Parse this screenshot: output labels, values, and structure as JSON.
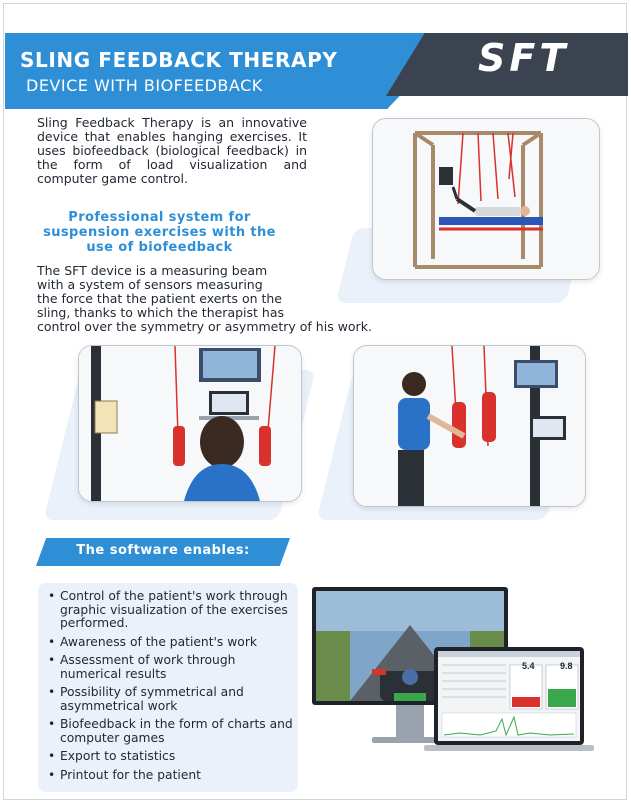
{
  "header": {
    "title": "SLING FEEDBACK THERAPY",
    "subtitle": "DEVICE WITH BIOFEEDBACK",
    "logo": "SFT"
  },
  "intro": "Sling Feedback Therapy is an innovative device that enables hanging exercises. It uses biofeedback (biological feedback) in the form of load visualization and computer game control.",
  "professional_heading": "Professional system for suspension exercises with the use of biofeedback",
  "device_text_lines": [
    "The SFT device is a measuring beam",
    "with a system of sensors measuring",
    "the force that the patient exerts on the",
    "sling, thanks to which the therapist has",
    "control over the symmetry or asymmetry of his work."
  ],
  "software": {
    "heading": "The software enables:",
    "features": [
      "Control of the patient's work through graphic visualization of the exercises performed.",
      "Awareness of the patient's work",
      "Assessment of work through numerical results",
      "Possibility of symmetrical and asymmetrical work",
      "Biofeedback in the form of charts and computer games",
      "Export to statistics",
      "Printout for the patient"
    ]
  },
  "screen_readouts": {
    "left": "5.4",
    "right": "9.8"
  },
  "colors": {
    "accent_blue": "#2f8fd6",
    "dark_gray": "#3b4350",
    "light_blue_bg": "#eaf1fb",
    "sling_red": "#d9312b"
  }
}
